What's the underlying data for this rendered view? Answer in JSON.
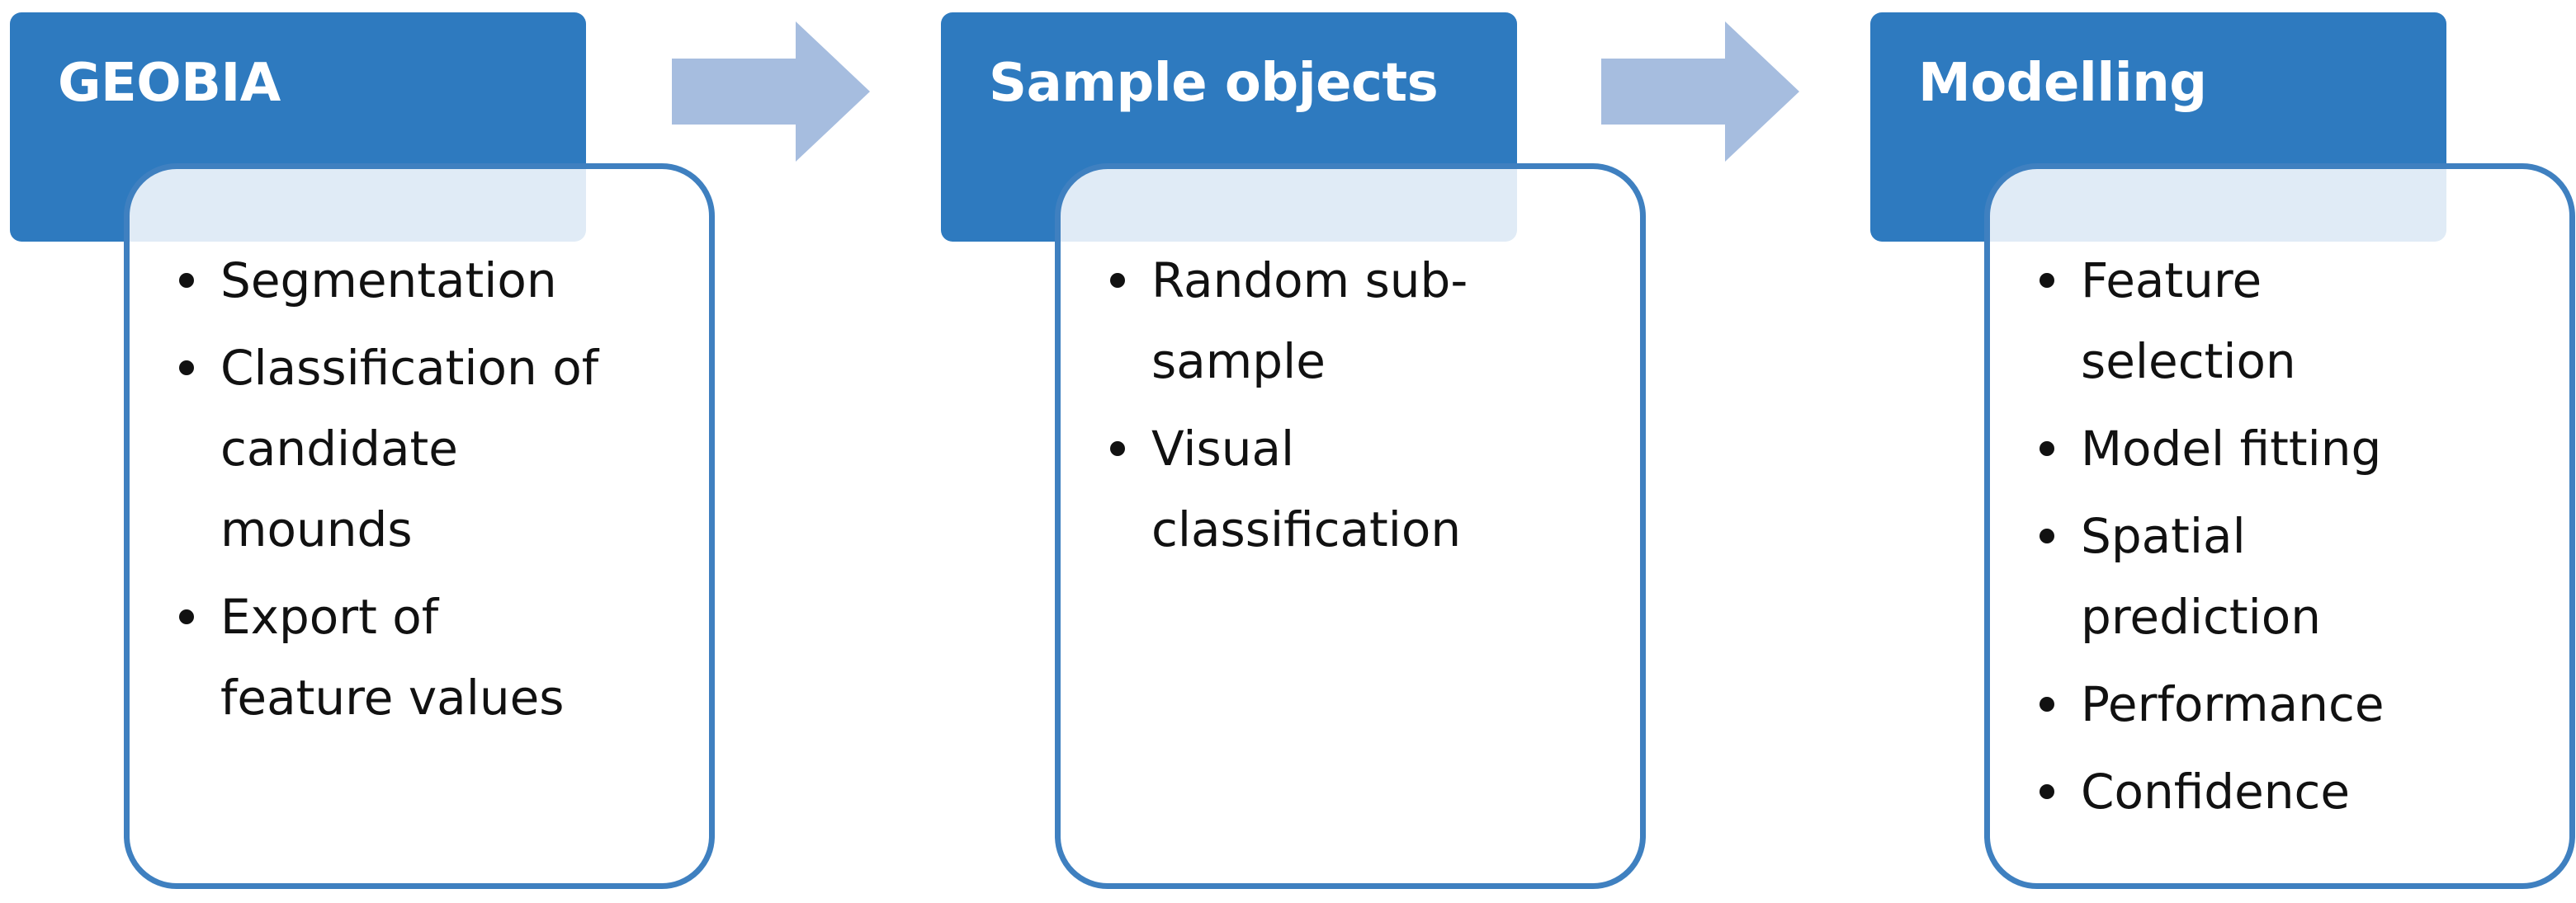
{
  "flow": {
    "arrow_color": "#a6bddf",
    "header_color": "#2e7abf",
    "card_border_color": "#3f80c0",
    "steps": [
      {
        "title": "GEOBIA",
        "items": [
          "Segmentation",
          "Classification of candidate mounds",
          "Export of feature values"
        ]
      },
      {
        "title": "Sample objects",
        "items": [
          "Random sub-sample",
          "Visual classification"
        ]
      },
      {
        "title": "Modelling",
        "items": [
          "Feature selection",
          "Model fitting",
          "Spatial prediction",
          "Performance",
          "Confidence"
        ]
      }
    ]
  }
}
